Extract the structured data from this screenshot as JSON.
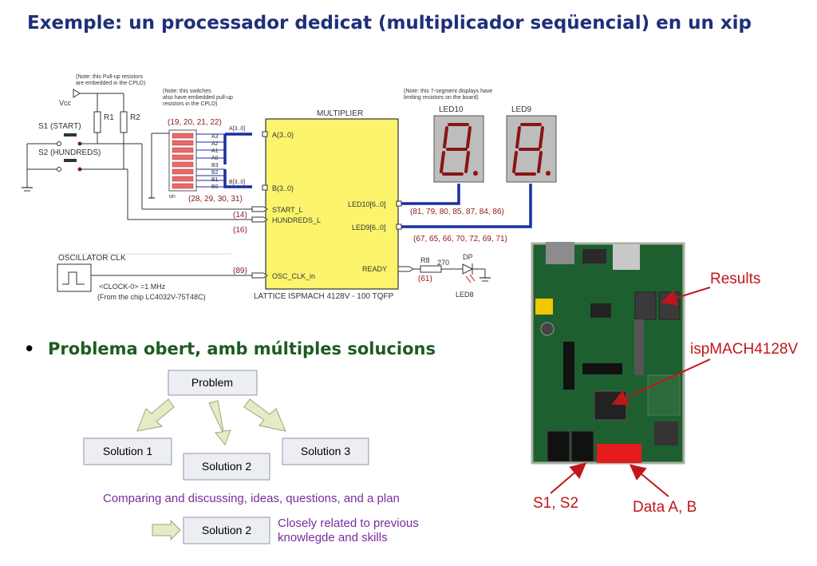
{
  "title": "Exemple: un processador dedicat (multiplicador seqüencial) en un xip",
  "bullet": "Problema obert, amb múltiples solucions",
  "schematic": {
    "note_pullup": [
      "(Note: this Pull-up resistors",
      "are embedded in the CPLD)"
    ],
    "note_switches": [
      "(Note: this switches",
      "also have embedded pull-up",
      "resistors in the CPLD)"
    ],
    "note_7seg": [
      "(Note: this 7-segment displays have",
      "limiting resistors on the board)"
    ],
    "vcc": "Vcc",
    "r1": "R1",
    "r2": "R2",
    "s1": "S1 (START)",
    "s2": "S2 (HUNDREDS)",
    "pins_a": "(19, 20, 21, 22)",
    "pins_b": "(28, 29, 30, 31)",
    "bus_a": "A[3..0]",
    "bus_b": "B[3..0]",
    "dip_labels": [
      "A3",
      "A2",
      "A1",
      "A0",
      "B3",
      "B2",
      "B1",
      "B0"
    ],
    "dip_on": "on",
    "chip_title": "MULTIPLIER",
    "chip_ports_left": [
      "A(3..0)",
      "B(3..0)",
      "START_L",
      "HUNDREDS_L",
      "OSC_CLK_in"
    ],
    "chip_ports_right": [
      "LED10[6..0]",
      "LED9[6..0]",
      "READY"
    ],
    "chip_footer": "LATTICE ISPMACH 4128V - 100 TQFP",
    "pin_14": "(14)",
    "pin_16": "(16)",
    "pin_89": "(89)",
    "pin_61": "(61)",
    "led10_pins": "(81, 79, 80, 85, 87, 84, 86)",
    "led9_pins": "(67, 65, 66, 70, 72, 69, 71)",
    "led10": "LED10",
    "led9": "LED9",
    "osc_label": "OSCILLATOR CLK",
    "clock_line1": "<CLOCK-0> =1 MHz",
    "clock_line2": "(From the chip LC4032V-75T48C)",
    "r8": "R8",
    "r8_value": "270",
    "dp": "DP",
    "led8": "LED8"
  },
  "board": {
    "label_results": "Results",
    "label_chip": "ispMACH4128V",
    "label_switches": "S1, S2",
    "label_data": "Data A, B",
    "label_color": "#c0161b"
  },
  "problem": {
    "problem": "Problem",
    "solution1": "Solution 1",
    "solution2": "Solution 2",
    "solution3": "Solution 3",
    "solution_final": "Solution 2",
    "comparing": "Comparing and discussing, ideas, questions, and a plan",
    "related_line1": "Closely related to previous",
    "related_line2": "knowlegde and skills",
    "text_color": "#7b2ca0"
  }
}
